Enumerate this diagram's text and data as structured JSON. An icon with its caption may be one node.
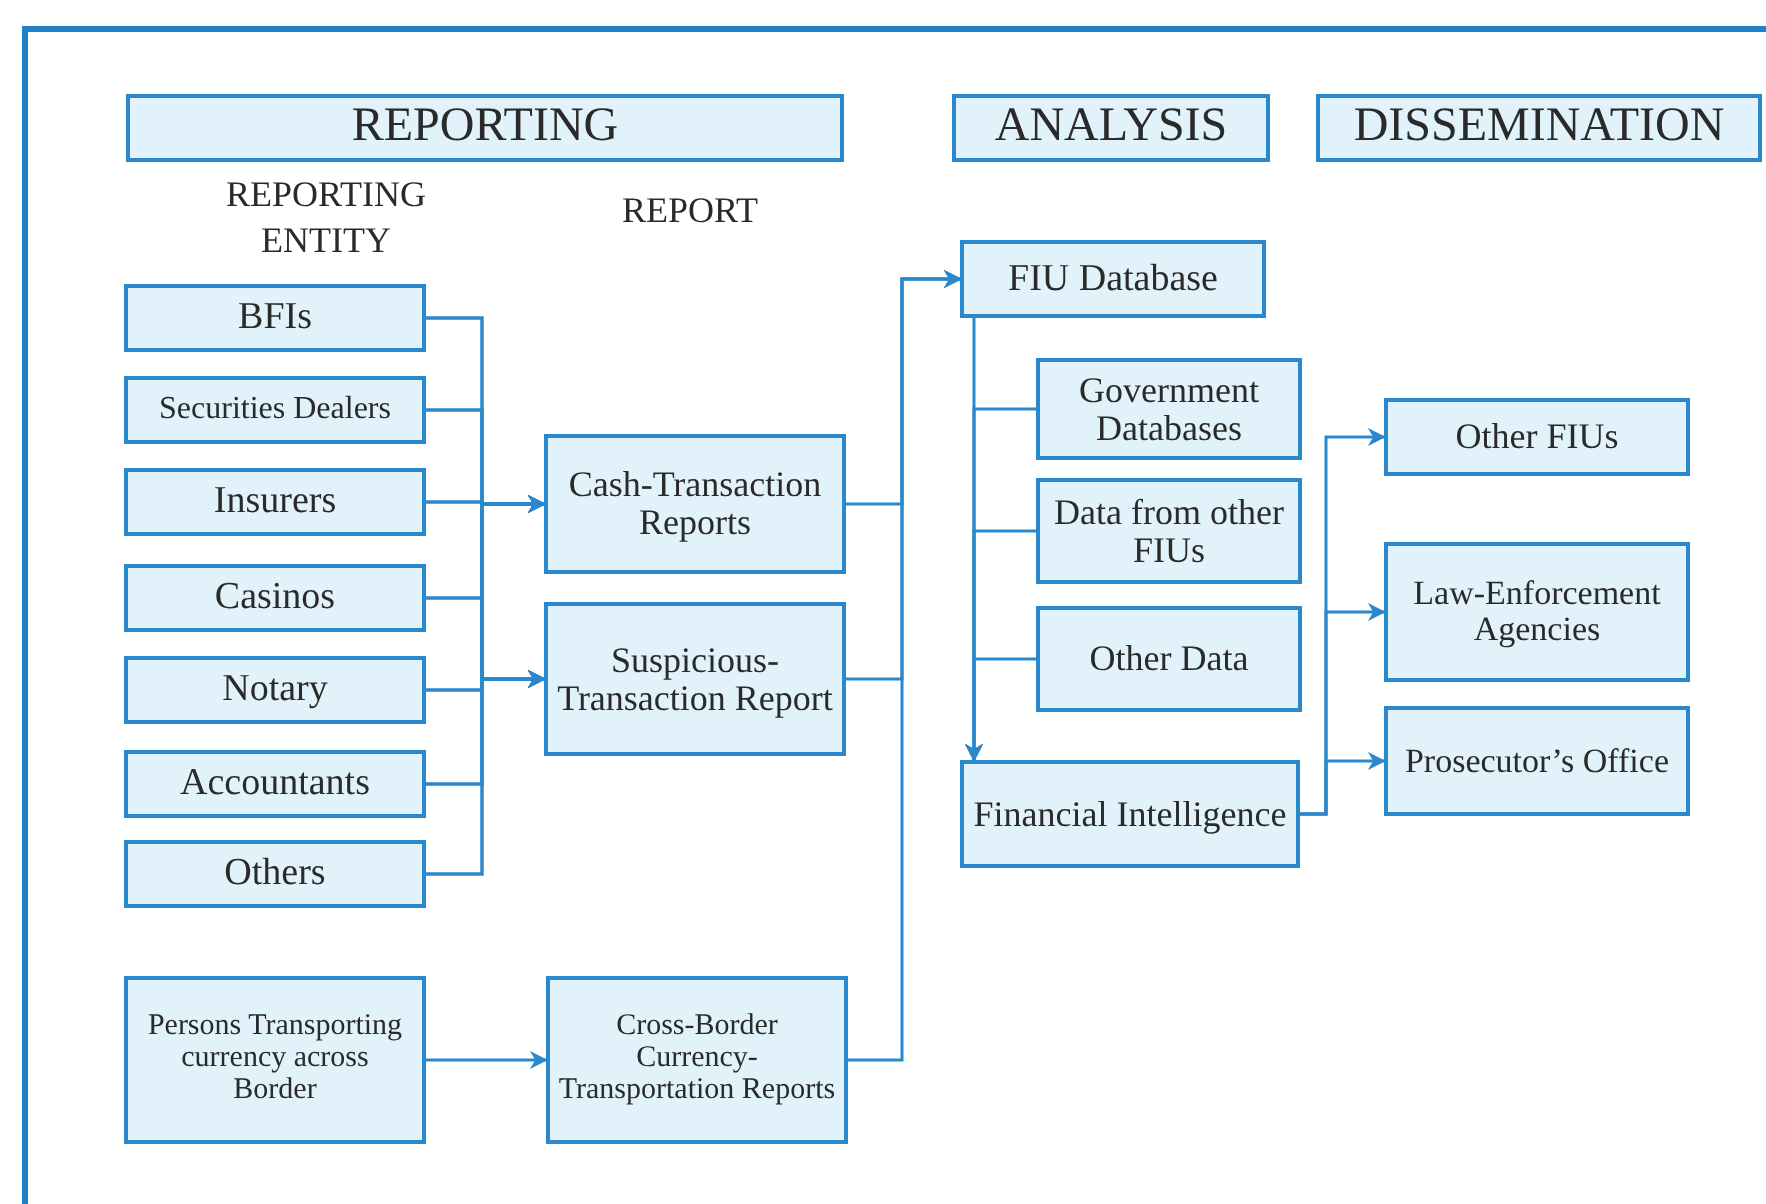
{
  "diagram": {
    "nodes": [
      {
        "text": [
          "REPORTING"
        ]
      },
      {
        "text": [
          "ANALYSIS"
        ]
      },
      {
        "text": [
          "DISSEMINATION"
        ]
      },
      {
        "text": [
          "BFIs"
        ]
      },
      {
        "text": [
          "Securities Dealers"
        ]
      },
      {
        "text": [
          "Insurers"
        ]
      },
      {
        "text": [
          "Casinos"
        ]
      },
      {
        "text": [
          "Notary"
        ]
      },
      {
        "text": [
          "Accountants"
        ]
      },
      {
        "text": [
          "Others"
        ]
      },
      {
        "text": [
          "Cash-Transaction Reports"
        ]
      },
      {
        "text": [
          "Suspicious-Transaction Report"
        ]
      },
      {
        "text": [
          "Persons Transporting currency across Border"
        ]
      },
      {
        "text": [
          "Cross-Border Currency-Transportation Reports"
        ]
      },
      {
        "text": [
          "FIU Database"
        ]
      },
      {
        "text": [
          "Government Databases"
        ]
      },
      {
        "text": [
          "Data from other FIUs"
        ]
      },
      {
        "text": [
          "Other Data"
        ]
      },
      {
        "text": [
          "Financial Intelligence"
        ]
      },
      {
        "text": [
          "Other FIUs"
        ]
      },
      {
        "text": [
          "Law-Enforcement Agencies"
        ]
      },
      {
        "text": [
          "Prosecutor’s Office"
        ]
      }
    ],
    "edges": [
      {
        "from": 3,
        "to": 10,
        "arrow": "to"
      },
      {
        "from": 4,
        "to": 10,
        "arrow": "to"
      },
      {
        "from": 5,
        "to": 10,
        "arrow": "to"
      },
      {
        "from": 6,
        "to": 10,
        "arrow": "to"
      },
      {
        "from": 7,
        "to": 10,
        "arrow": "to"
      },
      {
        "from": 8,
        "to": 10,
        "arrow": "to"
      },
      {
        "from": 9,
        "to": 10,
        "arrow": "to"
      },
      {
        "from": 3,
        "to": 11,
        "arrow": "to"
      },
      {
        "from": 4,
        "to": 11,
        "arrow": "to"
      },
      {
        "from": 5,
        "to": 11,
        "arrow": "to"
      },
      {
        "from": 6,
        "to": 11,
        "arrow": "to"
      },
      {
        "from": 7,
        "to": 11,
        "arrow": "to"
      },
      {
        "from": 8,
        "to": 11,
        "arrow": "to"
      },
      {
        "from": 9,
        "to": 11,
        "arrow": "to"
      },
      {
        "from": 10,
        "to": 14,
        "arrow": "to"
      },
      {
        "from": 11,
        "to": 14,
        "arrow": "to"
      },
      {
        "from": 12,
        "to": 13,
        "arrow": "to"
      },
      {
        "from": 13,
        "to": 14,
        "arrow": "to"
      },
      {
        "from": 14,
        "to": 18,
        "arrow": "to"
      },
      {
        "from": 15,
        "to": 18,
        "arrow": "to"
      },
      {
        "from": 16,
        "to": 18,
        "arrow": "to"
      },
      {
        "from": 17,
        "to": 18,
        "arrow": "to"
      },
      {
        "from": 18,
        "to": 19,
        "arrow": "to"
      },
      {
        "from": 18,
        "to": 20,
        "arrow": "to"
      },
      {
        "from": 18,
        "to": 21,
        "arrow": "to"
      }
    ],
    "labels": [
      "REPORTING ENTITY",
      "REPORT"
    ]
  }
}
